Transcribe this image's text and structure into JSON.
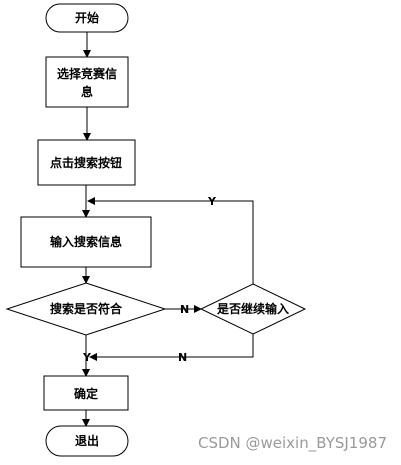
{
  "nodes": {
    "start": "开始",
    "select_line1": "选择竞赛信",
    "select_line2": "息",
    "click_search": "点击搜索按钮",
    "input_search": "输入搜索信息",
    "decision_match": "搜索是否符合",
    "decision_continue": "是否继续输入",
    "confirm": "确定",
    "exit": "退出"
  },
  "edges": {
    "match_no": "N",
    "continue_yes": "Y",
    "continue_no": "N",
    "match_yes": "Y"
  },
  "watermark": "CSDN @weixin_BYSJ1987"
}
